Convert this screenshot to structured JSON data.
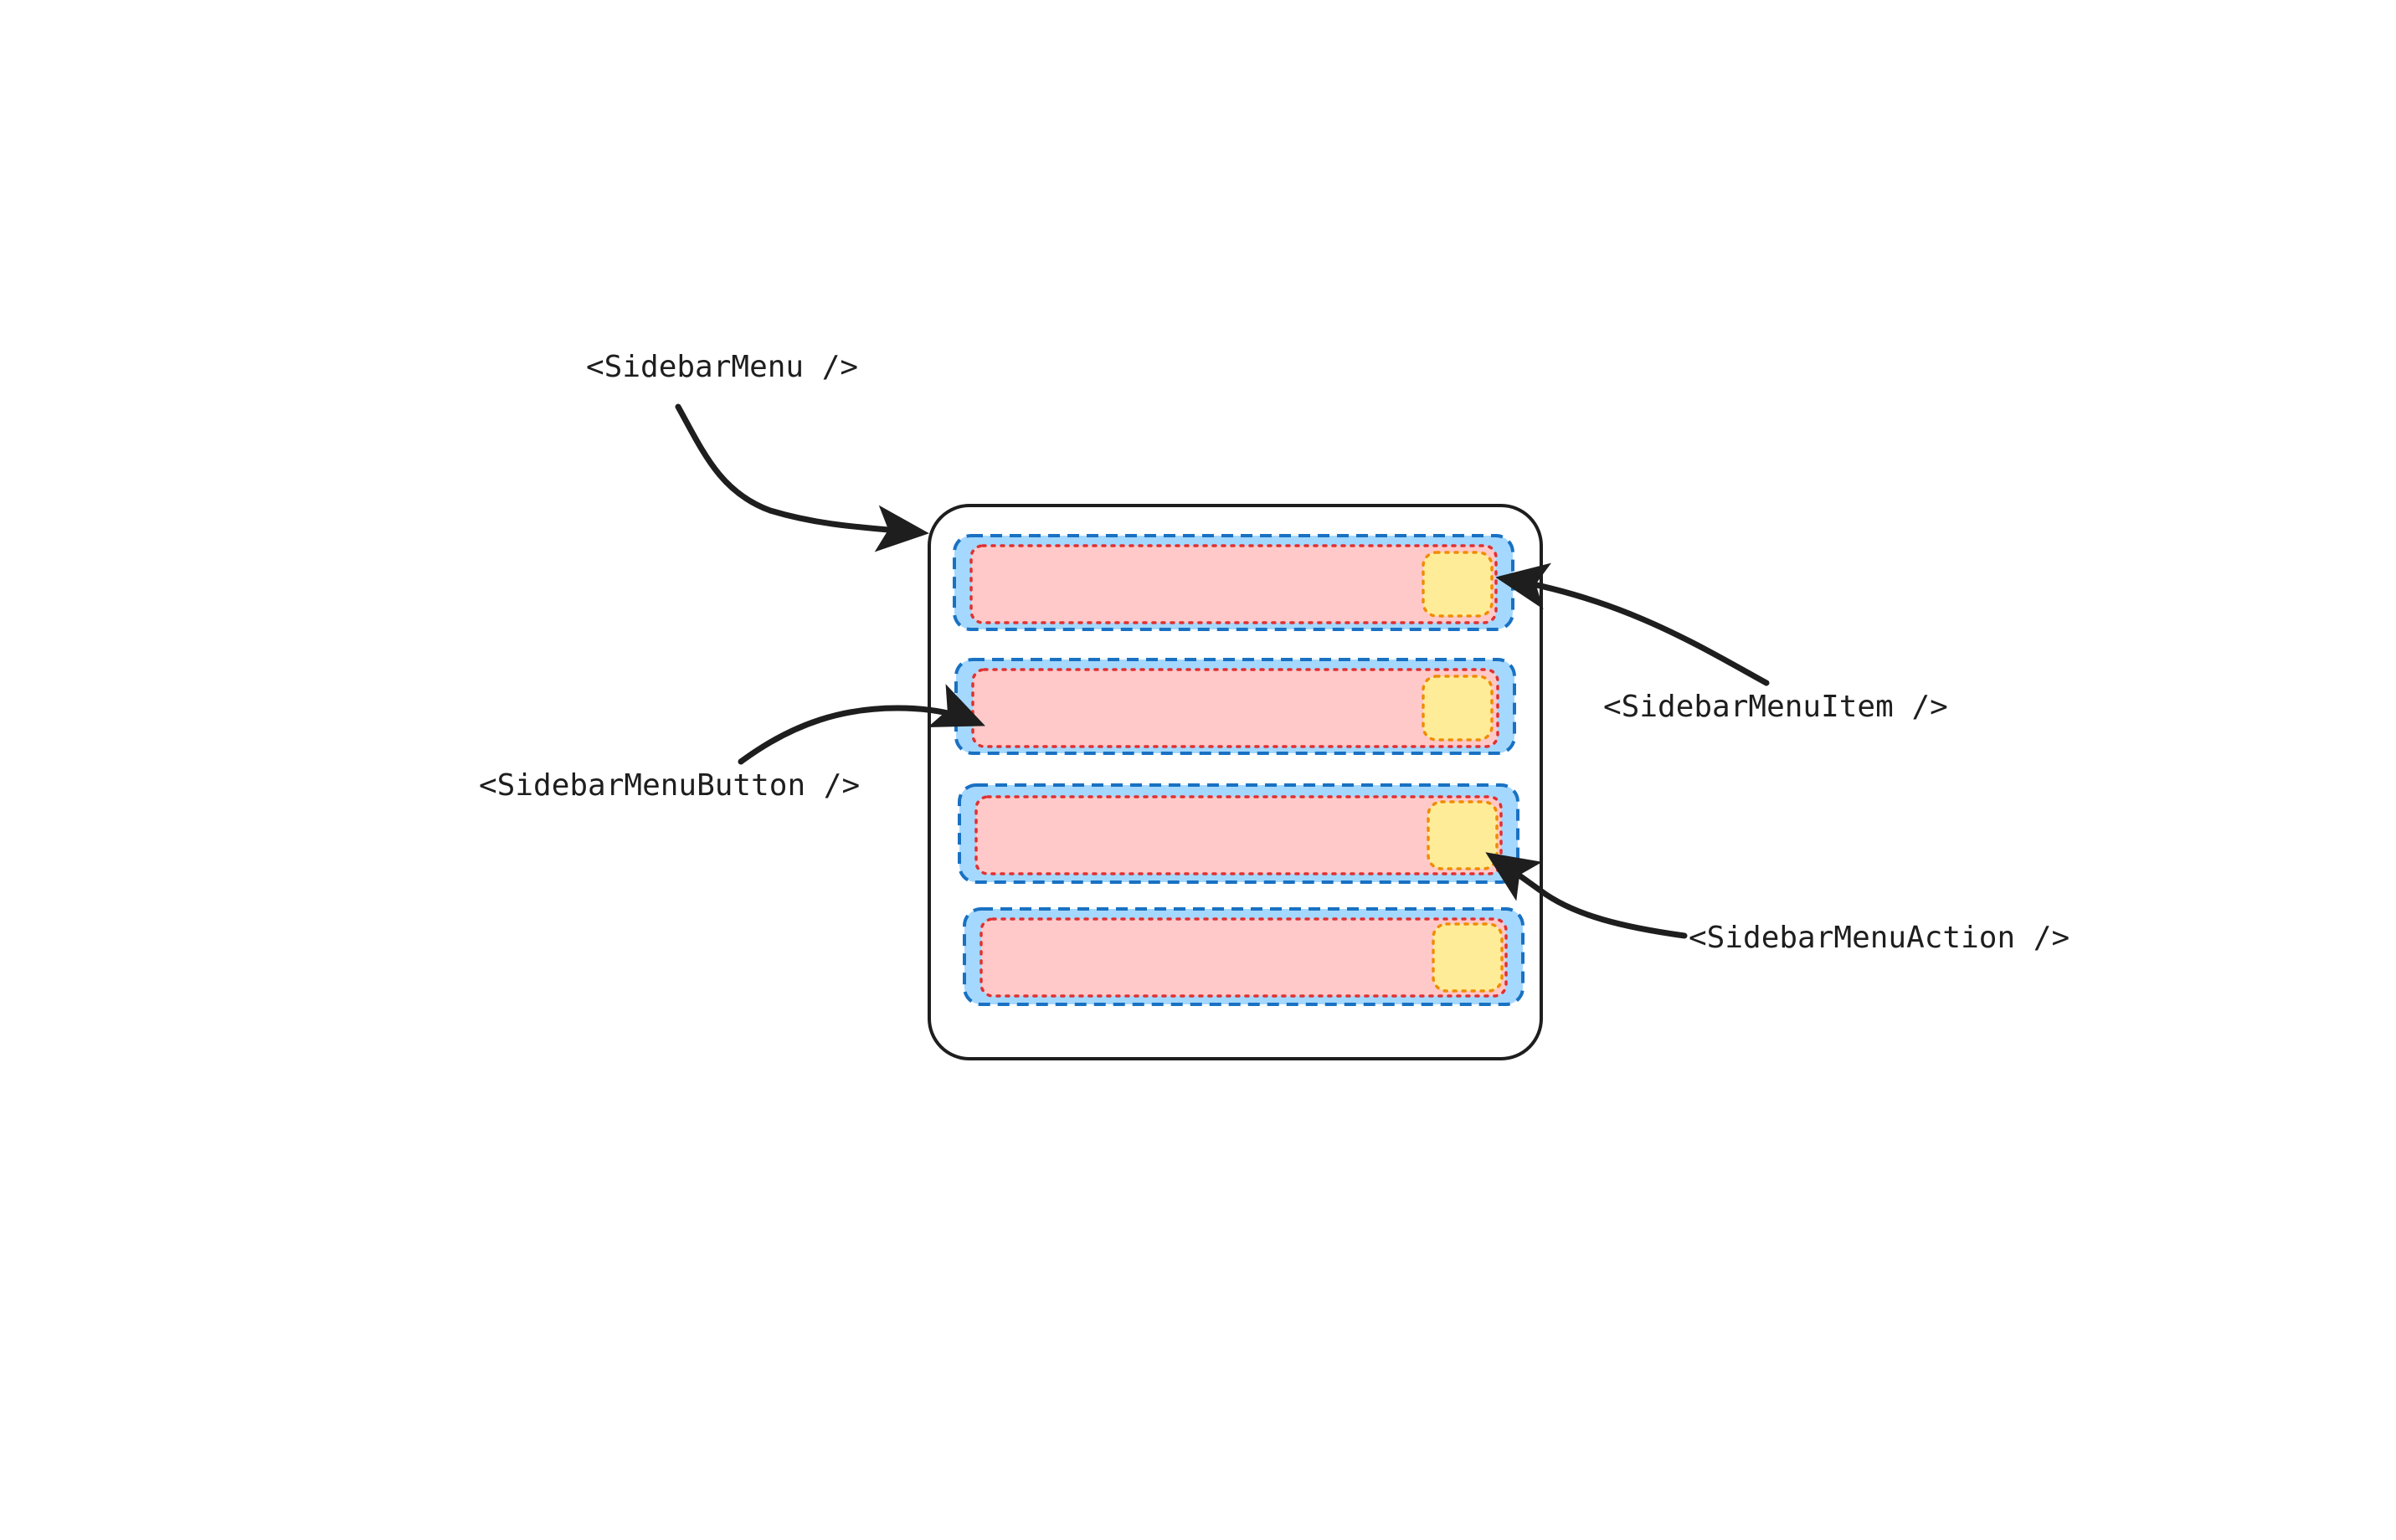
{
  "labels": {
    "sidebar_menu": "<SidebarMenu />",
    "sidebar_menu_item": "<SidebarMenuItem />",
    "sidebar_menu_button": "<SidebarMenuButton />",
    "sidebar_menu_action": "<SidebarMenuAction />"
  },
  "menu": {
    "item_count": 4
  },
  "colors": {
    "stroke": "#1e1e1e",
    "item_fill": "#a5d8ff",
    "item_border": "#1971c2",
    "button_fill": "#ffc9c9",
    "button_border": "#e03131",
    "action_fill": "#ffec99",
    "action_border": "#f08c00"
  }
}
